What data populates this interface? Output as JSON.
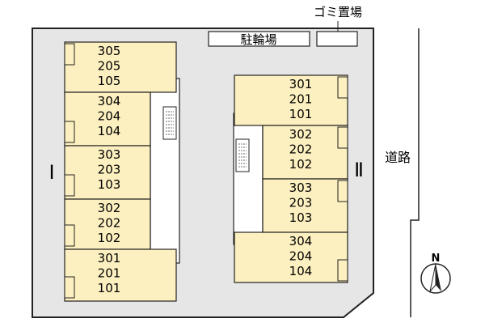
{
  "labels": {
    "garbage_area": "ゴミ置場",
    "bicycle_parking": "駐輪場",
    "road": "道路",
    "building_1": "Ⅰ",
    "building_2": "Ⅱ",
    "north": "N"
  },
  "building_1_units": [
    [
      "305",
      "205",
      "105"
    ],
    [
      "304",
      "204",
      "104"
    ],
    [
      "303",
      "203",
      "103"
    ],
    [
      "302",
      "202",
      "102"
    ],
    [
      "301",
      "201",
      "101"
    ]
  ],
  "building_2_units": [
    [
      "301",
      "201",
      "101"
    ],
    [
      "302",
      "202",
      "102"
    ],
    [
      "303",
      "203",
      "103"
    ],
    [
      "304",
      "204",
      "104"
    ]
  ],
  "colors": {
    "unit_fill": "#fdf0c0",
    "lot_fill": "#e6e6e6",
    "outline": "#222222"
  }
}
